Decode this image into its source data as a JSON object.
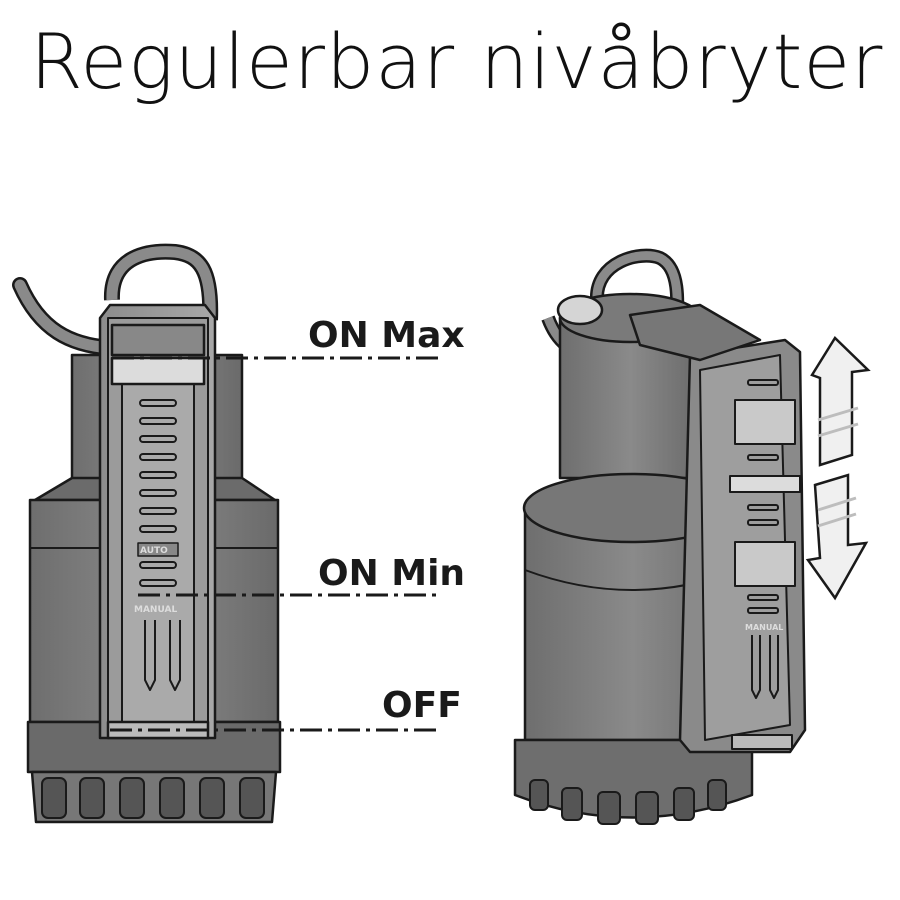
{
  "title": "Regulerbar nivåbryter",
  "levels": {
    "on_max": "ON Max",
    "on_min": "ON Min",
    "off": "OFF"
  },
  "switch_labels": {
    "auto": "AUTO",
    "manual": "MANUAL",
    "manual_right": "MANUAL"
  },
  "colors": {
    "body": "#7d7d7d",
    "body_dark": "#555555",
    "outline": "#1a1a1a",
    "guide": "#9a9a9a"
  }
}
